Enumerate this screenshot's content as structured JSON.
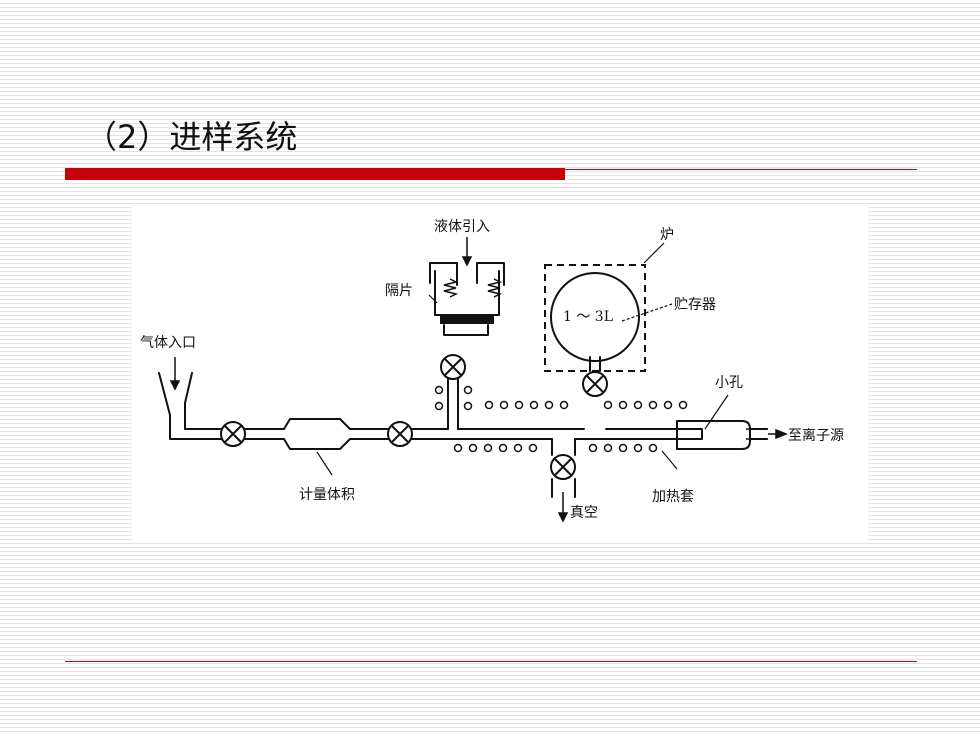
{
  "slide": {
    "title": "（2）进样系统"
  },
  "diagram": {
    "labels": {
      "liquid_inlet": "液体引入",
      "furnace": "炉",
      "septum": "隔片",
      "reservoir_volume": "1 ～ 3L",
      "reservoir": "贮存器",
      "gas_inlet": "气体入口",
      "orifice": "小孔",
      "to_ion_source": "至离子源",
      "metering_volume": "计量体积",
      "heating_jacket": "加热套",
      "vacuum": "真空"
    }
  }
}
